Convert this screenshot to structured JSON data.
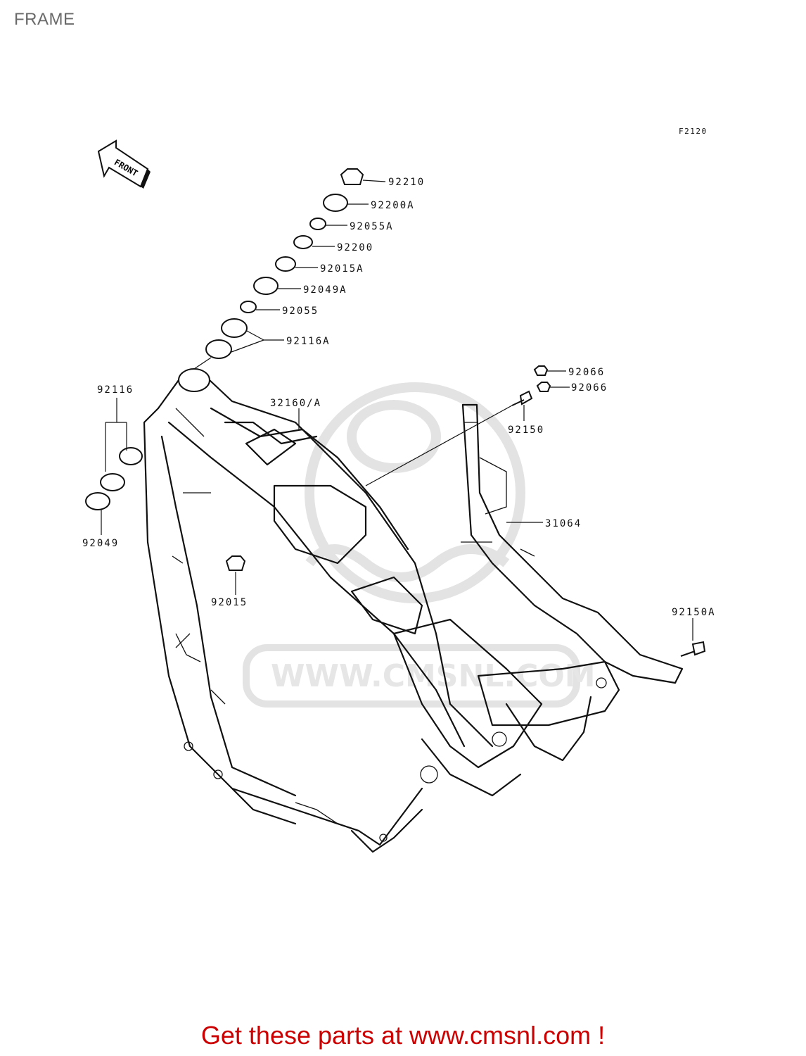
{
  "page": {
    "title": "FRAME"
  },
  "figure_id": "F2120",
  "direction_label": "FRONT",
  "watermark": {
    "text": "WWW.CMSNL.COM"
  },
  "parts": [
    {
      "key": "p92210",
      "number": "92210"
    },
    {
      "key": "p92200A",
      "number": "92200A"
    },
    {
      "key": "p92055A",
      "number": "92055A"
    },
    {
      "key": "p92200",
      "number": "92200"
    },
    {
      "key": "p92015A",
      "number": "92015A"
    },
    {
      "key": "p92049A",
      "number": "92049A"
    },
    {
      "key": "p92055",
      "number": "92055"
    },
    {
      "key": "p92116A",
      "number": "92116A"
    },
    {
      "key": "p92116",
      "number": "92116"
    },
    {
      "key": "p32160A",
      "number": "32160/A"
    },
    {
      "key": "p92049",
      "number": "92049"
    },
    {
      "key": "p92015",
      "number": "92015"
    },
    {
      "key": "p92066a",
      "number": "92066"
    },
    {
      "key": "p92066b",
      "number": "92066"
    },
    {
      "key": "p92150",
      "number": "92150"
    },
    {
      "key": "p31064",
      "number": "31064"
    },
    {
      "key": "p92150A",
      "number": "92150A"
    }
  ],
  "footer": {
    "cta": "Get these parts at www.cmsnl.com !"
  }
}
